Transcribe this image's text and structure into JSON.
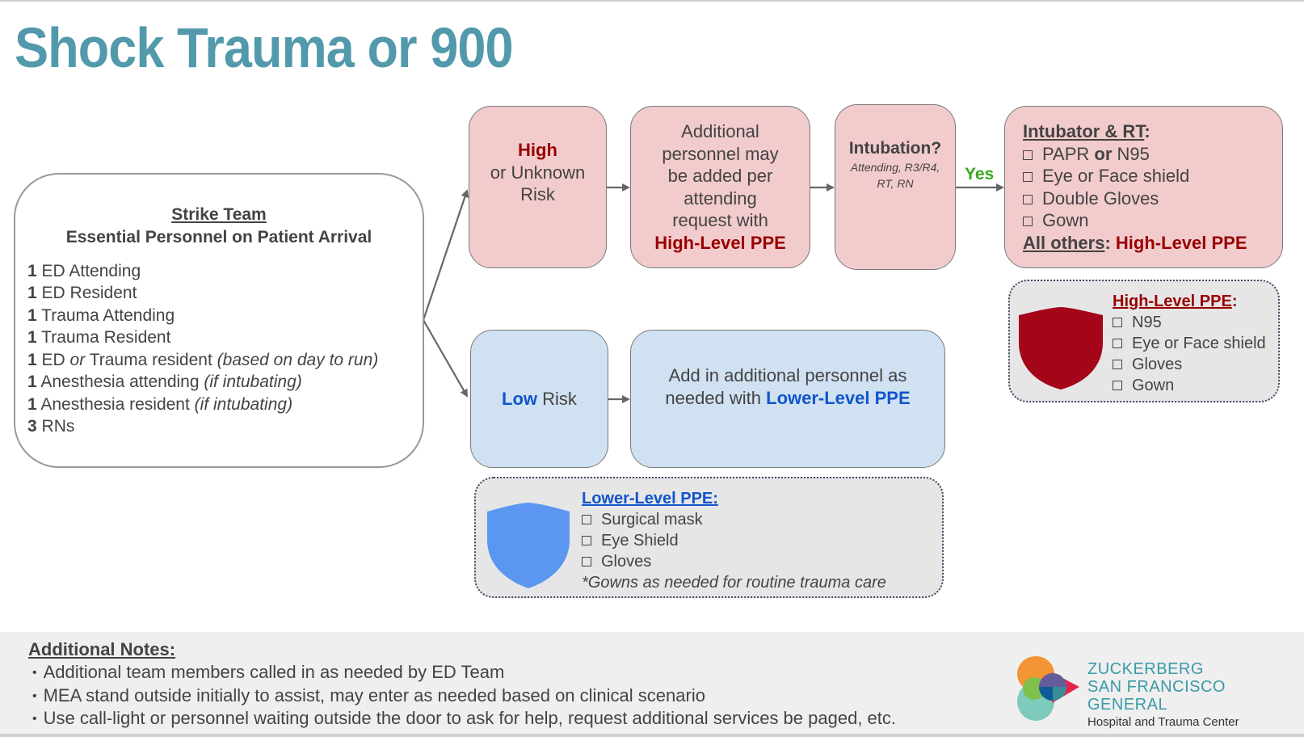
{
  "title": "Shock Trauma or 900",
  "strike_team": {
    "heading": "Strike Team",
    "subheading": "Essential Personnel on Patient Arrival",
    "members": [
      {
        "count": "1",
        "role": "ED Attending",
        "note": ""
      },
      {
        "count": "1",
        "role": "ED Resident",
        "note": ""
      },
      {
        "count": "1",
        "role": "Trauma Attending",
        "note": ""
      },
      {
        "count": "1",
        "role": "Trauma Resident",
        "note": ""
      },
      {
        "count": "1",
        "role_a": "ED ",
        "role_or": "or",
        "role_b": " Trauma resident ",
        "note": "(based on day to run)"
      },
      {
        "count": "1",
        "role": "Anesthesia attending ",
        "note": "(if intubating)"
      },
      {
        "count": "1",
        "role": "Anesthesia resident ",
        "note": "(if intubating)"
      },
      {
        "count": "3",
        "role": "RNs",
        "note": ""
      }
    ]
  },
  "high_risk": {
    "level": "High",
    "rest_line1": "or Unknown",
    "rest_line2": "Risk"
  },
  "additional_personnel_high": {
    "lines": [
      "Additional",
      "personnel may",
      "be added per",
      "attending",
      "request with"
    ],
    "emphasis": "High-Level PPE"
  },
  "intubation": {
    "question": "Intubation?",
    "who_line1": "Attending, R3/R4,",
    "who_line2": "RT, RN"
  },
  "yes_label": "Yes",
  "intubator_box": {
    "heading": "Intubator & RT",
    "items": [
      {
        "a": "PAPR ",
        "bold": "or",
        "b": " N95"
      },
      {
        "a": "Eye or Face shield"
      },
      {
        "a": "Double Gloves"
      },
      {
        "a": "Gown"
      }
    ],
    "others_label": "All others",
    "others_value": "High-Level PPE"
  },
  "high_level_ppe": {
    "heading": "High-Level PPE",
    "items": [
      "N95",
      "Eye or Face shield",
      "Gloves",
      "Gown"
    ],
    "shield_color": "#a50519"
  },
  "low_risk": {
    "level": "Low",
    "rest": " Risk"
  },
  "additional_personnel_low": {
    "line1": "Add in additional personnel as",
    "line2": "needed with ",
    "emphasis": "Lower-Level PPE"
  },
  "lower_level_ppe": {
    "heading": "Lower-Level PPE:",
    "items": [
      "Surgical mask",
      "Eye Shield",
      "Gloves"
    ],
    "footnote": "*Gowns as needed for routine trauma care",
    "shield_color": "#5b97f0"
  },
  "notes": {
    "heading": "Additional Notes:",
    "items": [
      "Additional team members called in as needed by ED Team",
      "MEA stand outside initially to assist, may enter as needed based on clinical scenario",
      "Use call-light or personnel waiting outside the door to ask for help, request additional services be paged, etc."
    ]
  },
  "logo": {
    "line1": "ZUCKERBERG",
    "line2": "SAN FRANCISCO GENERAL",
    "line3": "Hospital and Trauma Center"
  },
  "colors": {
    "title": "#5199ab",
    "high": "#990000",
    "low": "#1155cc",
    "yes": "#38a71e",
    "pink_box": "#f2cbcd",
    "blue_box": "#d0e1f1"
  }
}
